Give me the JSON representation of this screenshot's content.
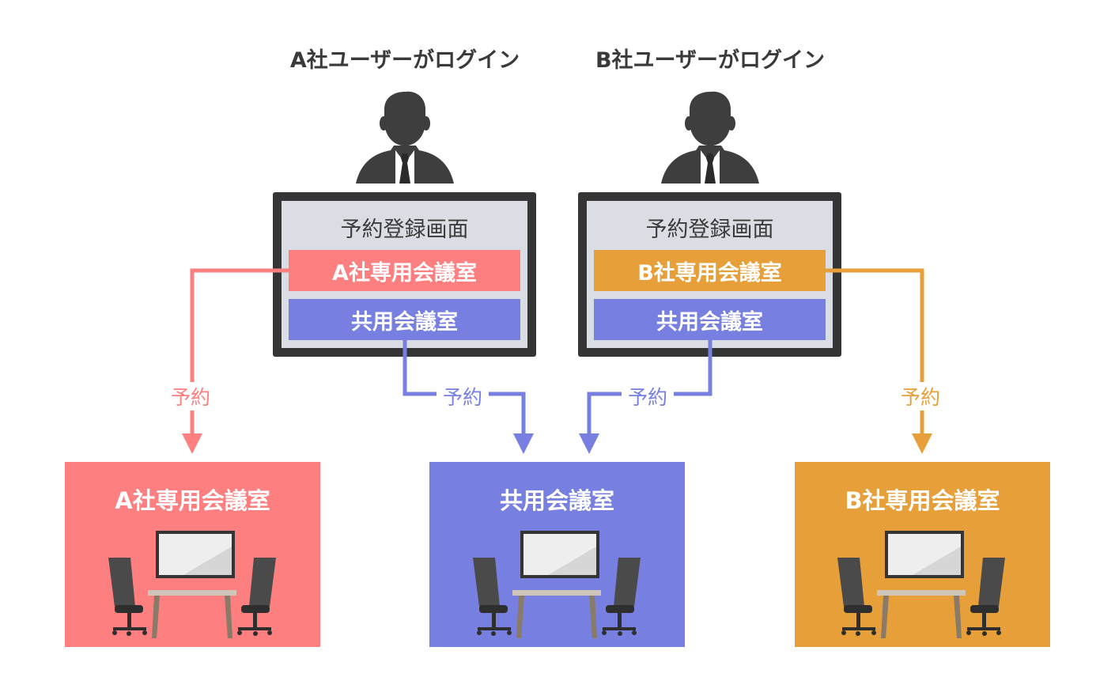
{
  "colors": {
    "company_a": "#fd7f80",
    "company_b": "#e79f3a",
    "shared": "#7780e0",
    "monitor_frame": "#353535",
    "screen_bg": "#dadde3",
    "person": "#3e3e3e"
  },
  "users": [
    {
      "heading": "A社ユーザーがログイン",
      "icon": "businessman-icon"
    },
    {
      "heading": "B社ユーザーがログイン",
      "icon": "businessman-icon"
    }
  ],
  "screens": [
    {
      "title": "予約登録画面",
      "dedicated_button": "A社専用会議室",
      "shared_button": "共用会議室"
    },
    {
      "title": "予約登録画面",
      "dedicated_button": "B社専用会議室",
      "shared_button": "共用会議室"
    }
  ],
  "edges": [
    {
      "label": "予約",
      "from": "A社専用会議室ボタン",
      "to": "A社専用会議室"
    },
    {
      "label": "予約",
      "from": "共用会議室ボタン (A)",
      "to": "共用会議室"
    },
    {
      "label": "予約",
      "from": "共用会議室ボタン (B)",
      "to": "共用会議室"
    },
    {
      "label": "予約",
      "from": "B社専用会議室ボタン",
      "to": "B社専用会議室"
    }
  ],
  "rooms": [
    {
      "title": "A社専用会議室",
      "icon": "meeting-room-icon"
    },
    {
      "title": "共用会議室",
      "icon": "meeting-room-icon"
    },
    {
      "title": "B社専用会議室",
      "icon": "meeting-room-icon"
    }
  ]
}
